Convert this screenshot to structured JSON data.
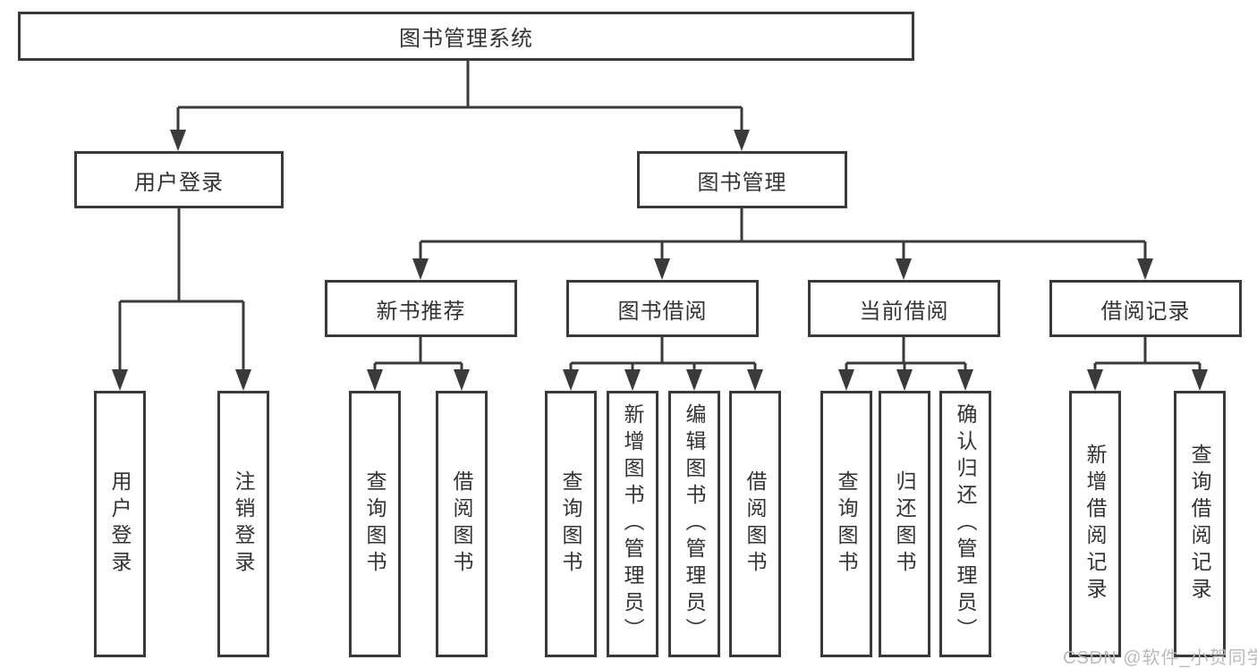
{
  "colors": {
    "line": "#3a3a3a",
    "text": "#333333",
    "background": "#ffffff",
    "watermark": "#bbbbbb"
  },
  "root": {
    "label": "图书管理系统"
  },
  "level2": [
    {
      "label": "用户登录"
    },
    {
      "label": "图书管理"
    }
  ],
  "level3": [
    {
      "label": "新书推荐"
    },
    {
      "label": "图书借阅"
    },
    {
      "label": "当前借阅"
    },
    {
      "label": "借阅记录"
    }
  ],
  "leaves": {
    "user_login": [
      "用户登录",
      "注销登录"
    ],
    "new_book_recommend": [
      "查询图书",
      "借阅图书"
    ],
    "book_borrow": [
      "查询图书",
      "新增图书（管理员）",
      "编辑图书（管理员）",
      "借阅图书"
    ],
    "current_borrow": [
      "查询图书",
      "归还图书",
      "确认归还（管理员）"
    ],
    "borrow_records": [
      "新增借阅记录",
      "查询借阅记录"
    ]
  },
  "watermark": {
    "text": "CSDN @软件_小贺同学"
  }
}
